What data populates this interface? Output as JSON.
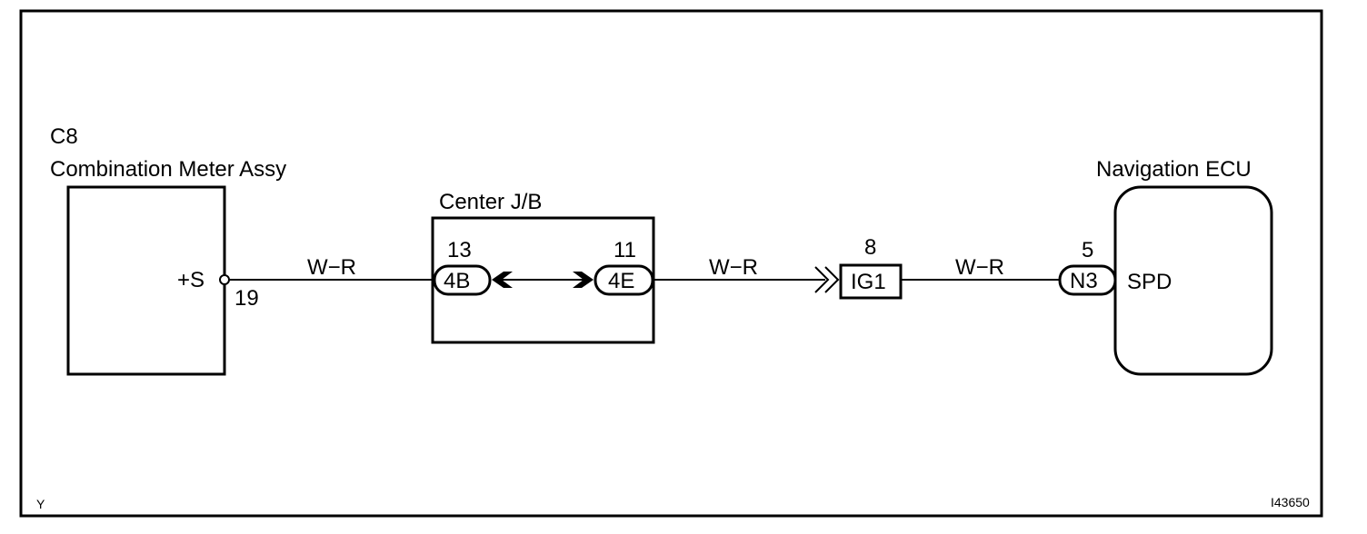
{
  "diagram": {
    "components": {
      "combination_meter": {
        "code": "C8",
        "name": "Combination Meter Assy",
        "terminal": "+S",
        "pin": "19"
      },
      "center_jb": {
        "name": "Center J/B",
        "left_connector": "4B",
        "left_pin": "13",
        "right_connector": "4E",
        "right_pin": "11"
      },
      "ig1_connector": {
        "label": "IG1",
        "pin": "8"
      },
      "navigation_ecu": {
        "name": "Navigation ECU",
        "connector": "N3",
        "pin": "5",
        "terminal": "SPD"
      }
    },
    "wires": [
      {
        "color": "W−R"
      },
      {
        "color": "W−R"
      },
      {
        "color": "W−R"
      }
    ],
    "footer": {
      "left_code": "Y",
      "figure_id": "I43650"
    }
  }
}
